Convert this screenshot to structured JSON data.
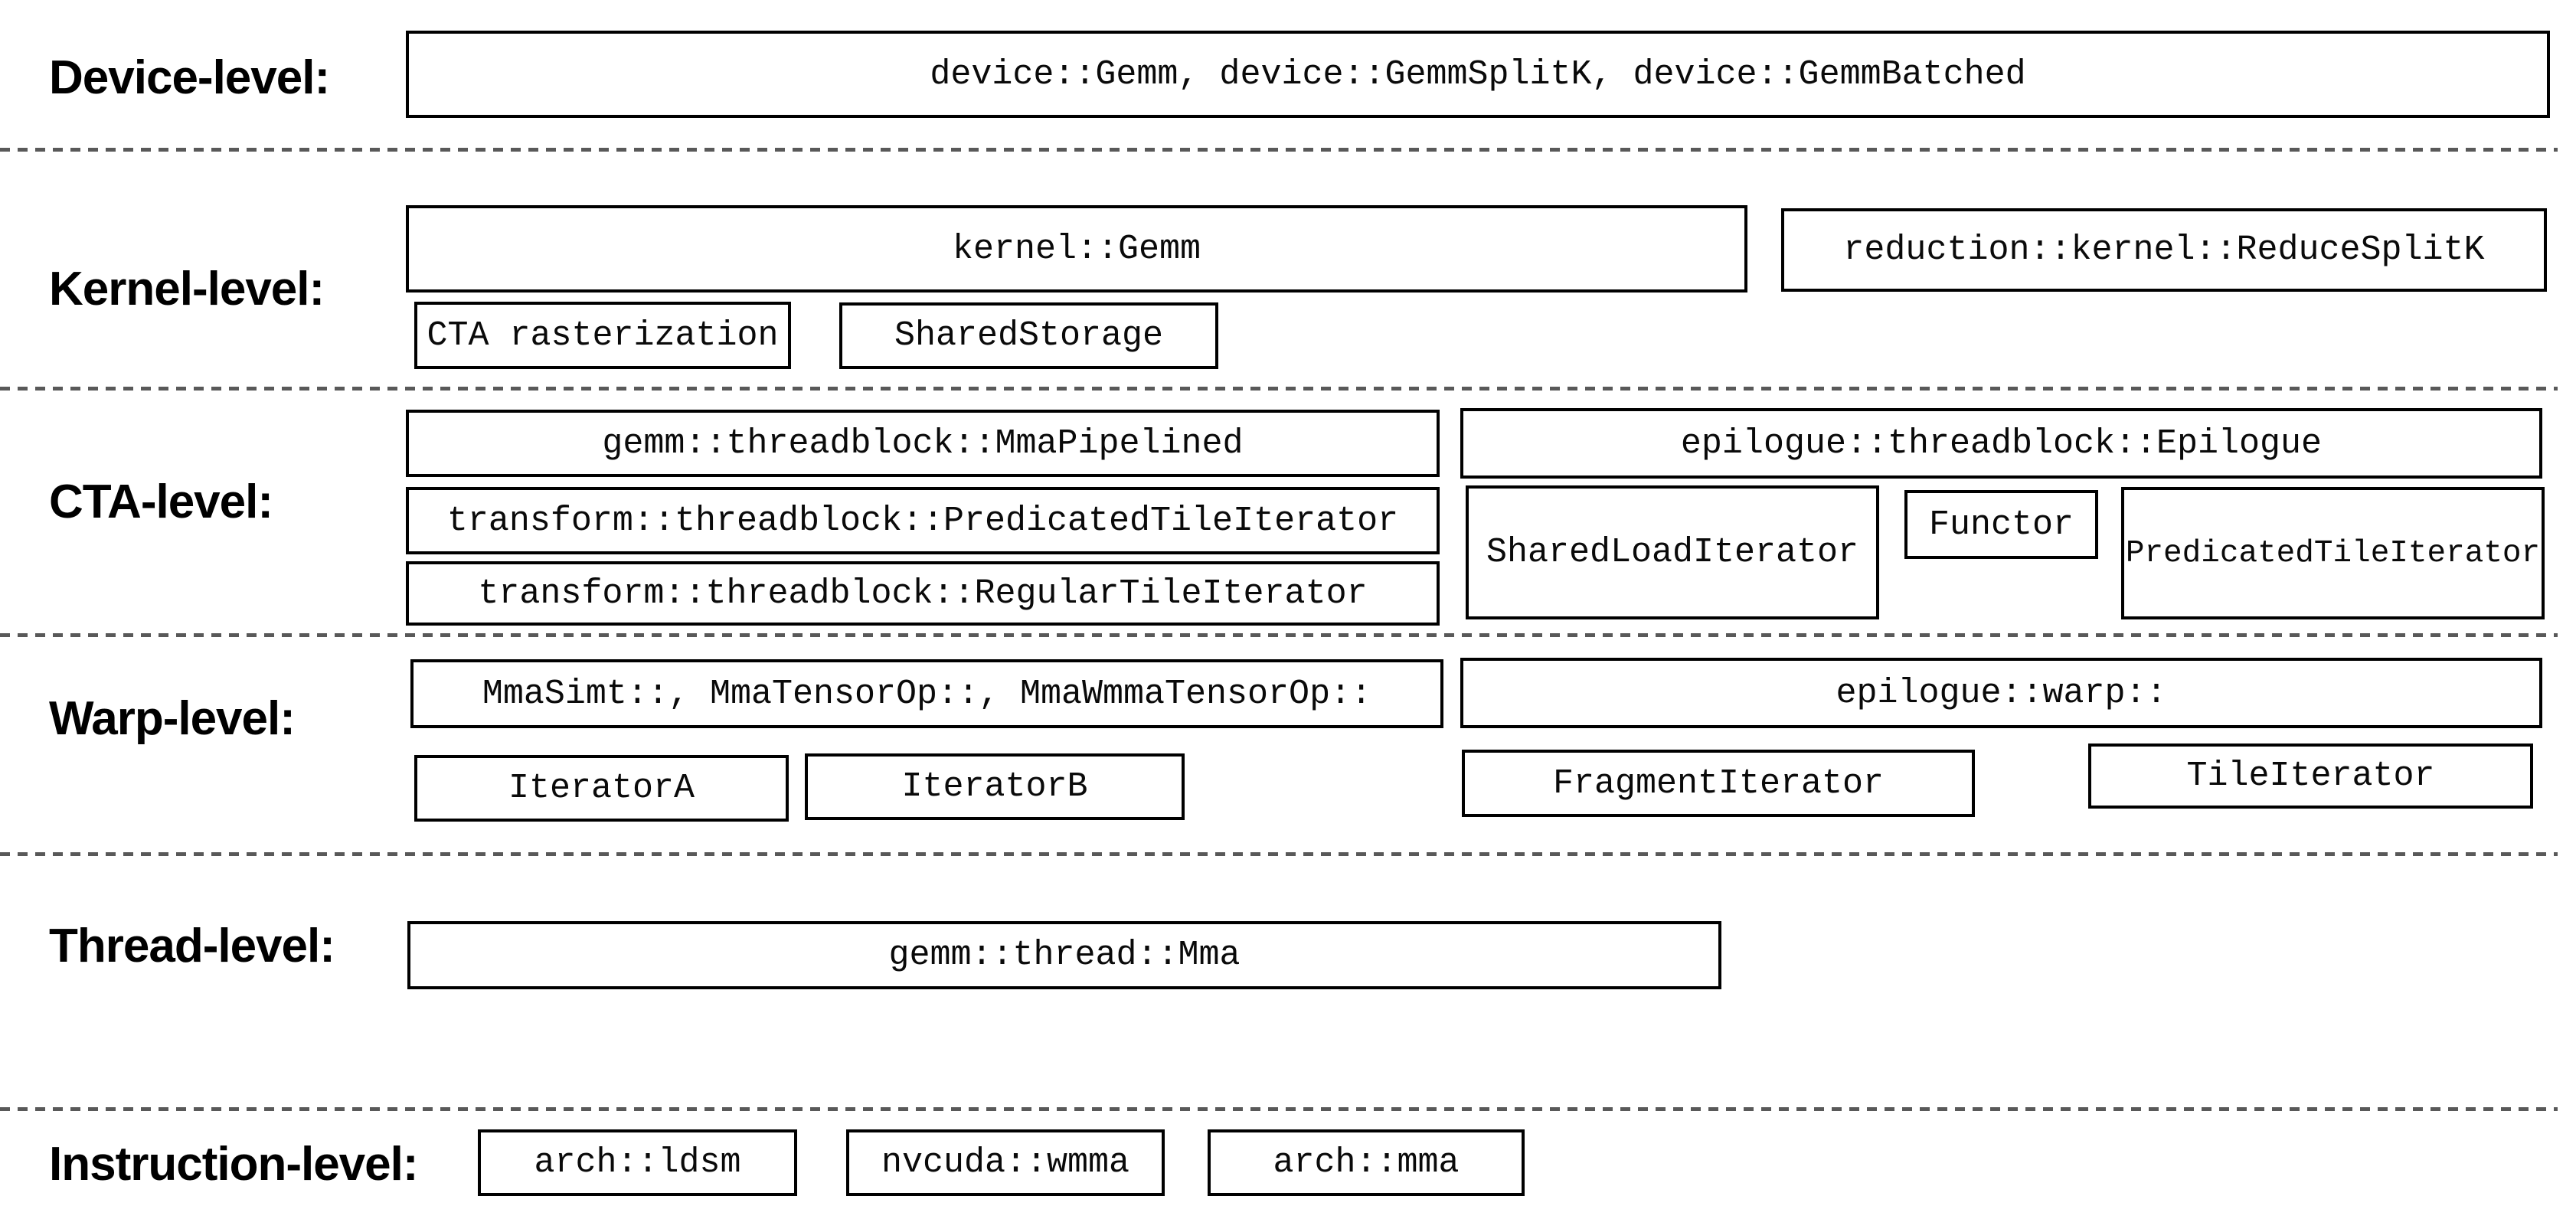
{
  "colors": {
    "background": "#ffffff",
    "box_border": "#000000",
    "text": "#000000",
    "separator": "#595959"
  },
  "levels": [
    {
      "id": "device",
      "label": "Device-level:",
      "boxes": [
        {
          "text": "device::Gemm, device::GemmSplitK, device::GemmBatched"
        }
      ]
    },
    {
      "id": "kernel",
      "label": "Kernel-level:",
      "boxes": [
        {
          "text": "kernel::Gemm"
        },
        {
          "text": "reduction::kernel::ReduceSplitK"
        },
        {
          "text": "CTA rasterization"
        },
        {
          "text": "SharedStorage"
        }
      ]
    },
    {
      "id": "cta",
      "label": "CTA-level:",
      "boxes": [
        {
          "text": "gemm::threadblock::MmaPipelined"
        },
        {
          "text": "transform::threadblock::PredicatedTileIterator"
        },
        {
          "text": "transform::threadblock::RegularTileIterator"
        },
        {
          "text": "epilogue::threadblock::Epilogue"
        },
        {
          "text": "SharedLoadIterator"
        },
        {
          "text": "Functor"
        },
        {
          "text": "PredicatedTileIterator"
        }
      ]
    },
    {
      "id": "warp",
      "label": "Warp-level:",
      "boxes": [
        {
          "text": "MmaSimt::, MmaTensorOp::, MmaWmmaTensorOp::"
        },
        {
          "text": "IteratorA"
        },
        {
          "text": "IteratorB"
        },
        {
          "text": "epilogue::warp::"
        },
        {
          "text": "FragmentIterator"
        },
        {
          "text": "TileIterator"
        }
      ]
    },
    {
      "id": "thread",
      "label": "Thread-level:",
      "boxes": [
        {
          "text": "gemm::thread::Mma"
        }
      ]
    },
    {
      "id": "instruction",
      "label": "Instruction-level:",
      "boxes": [
        {
          "text": "arch::ldsm"
        },
        {
          "text": "nvcuda::wmma"
        },
        {
          "text": "arch::mma"
        }
      ]
    }
  ]
}
